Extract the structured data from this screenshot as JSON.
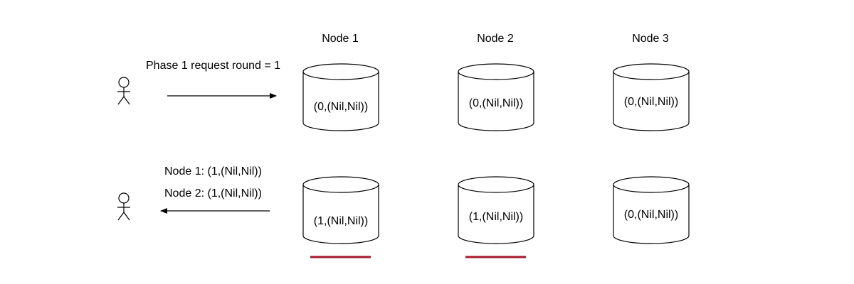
{
  "nodes": {
    "node1": "Node 1",
    "node2": "Node 2",
    "node3": "Node 3"
  },
  "request": {
    "label": "Phase 1 request round = 1"
  },
  "responses": {
    "node1": "Node 1: (1,(Nil,Nil))",
    "node2": "Node 2: (1,(Nil,Nil))"
  },
  "before": {
    "node1": "(0,(Nil,Nil))",
    "node2": "(0,(Nil,Nil))",
    "node3": "(0,(Nil,Nil))"
  },
  "after": {
    "node1": "(1,(Nil,Nil))",
    "node2": "(1,(Nil,Nil))",
    "node3": "(0,(Nil,Nil))"
  },
  "colors": {
    "quorum_underline": "#a4192b",
    "stroke": "#000000"
  }
}
